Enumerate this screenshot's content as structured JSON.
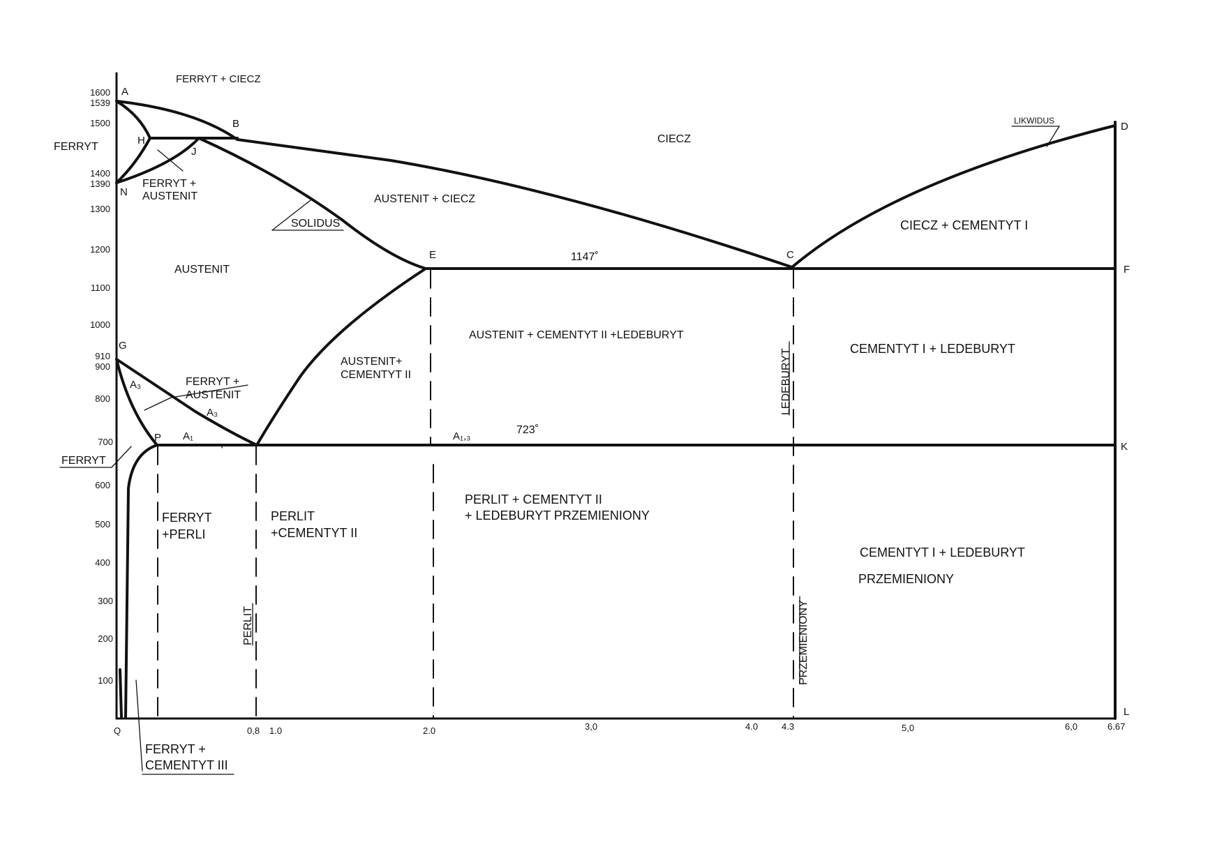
{
  "y_ticks": [
    "1600",
    "1539",
    "1500",
    "1400",
    "1390",
    "1300",
    "1200",
    "1100",
    "1000",
    "910",
    "900",
    "800",
    "700",
    "600",
    "500",
    "400",
    "300",
    "200",
    "100"
  ],
  "x_ticks": [
    "Q",
    "0,8",
    "1.0",
    "2.0",
    "3,0",
    "4.0",
    "4.3",
    "5,0",
    "6,0",
    "6.67"
  ],
  "points": {
    "A": "A",
    "B": "B",
    "D": "D",
    "H": "H",
    "J": "J",
    "N": "N",
    "E": "E",
    "C": "C",
    "F": "F",
    "G": "G",
    "P": "P",
    "K": "K",
    "L": "L"
  },
  "temps": {
    "eutectic": "1147˚",
    "eutectoid": "723˚"
  },
  "regions": {
    "ferryt_ciecz": "FERRYT + CIECZ",
    "ferryt_top": "FERRYT",
    "ciecz": "CIECZ",
    "likwidus": "LIKWIDUS",
    "solidus": "SOLIDUS",
    "ferryt_austenit_top_1": "FERRYT +",
    "ferryt_austenit_top_2": "AUSTENIT",
    "austenit_ciecz": "AUSTENIT + CIECZ",
    "ciecz_cementyt": "CIECZ + CEMENTYT I",
    "austenit": "AUSTENIT",
    "aus_cem_led": "AUSTENIT + CEMENTYT II +LEDEBURYT",
    "cem_led": "CEMENTYT I + LEDEBURYT",
    "aus_cem_1": "AUSTENIT+",
    "aus_cem_2": "CEMENTYT II",
    "ledeburyt": "LEDEBURYT",
    "ferryt_austenit_low_1": "FERRYT +",
    "ferryt_austenit_low_2": "AUSTENIT",
    "a3": "A₃",
    "a3b": "A₃",
    "a1": "A₁",
    "a13": "A₁,₃",
    "ferryt_low": "FERRYT",
    "ferryt_perli_1": "FERRYT",
    "ferryt_perli_2": "+PERLI",
    "perlit_cem_1": "PERLIT",
    "perlit_cem_2": "+CEMENTYT II",
    "perlit_cem_led_1": "PERLIT + CEMENTYT II",
    "perlit_cem_led_2": "+ LEDEBURYT PRZEMIENIONY",
    "cem_led_prz_1": "CEMENTYT I + LEDEBURYT",
    "cem_led_prz_2": "PRZEMIENIONY",
    "perlit_vert": "PERLIT",
    "przemieniony_vert": "PRZEMIENIONY",
    "ferryt_cem3_1": "FERRYT +",
    "ferryt_cem3_2": "CEMENTYT III"
  }
}
